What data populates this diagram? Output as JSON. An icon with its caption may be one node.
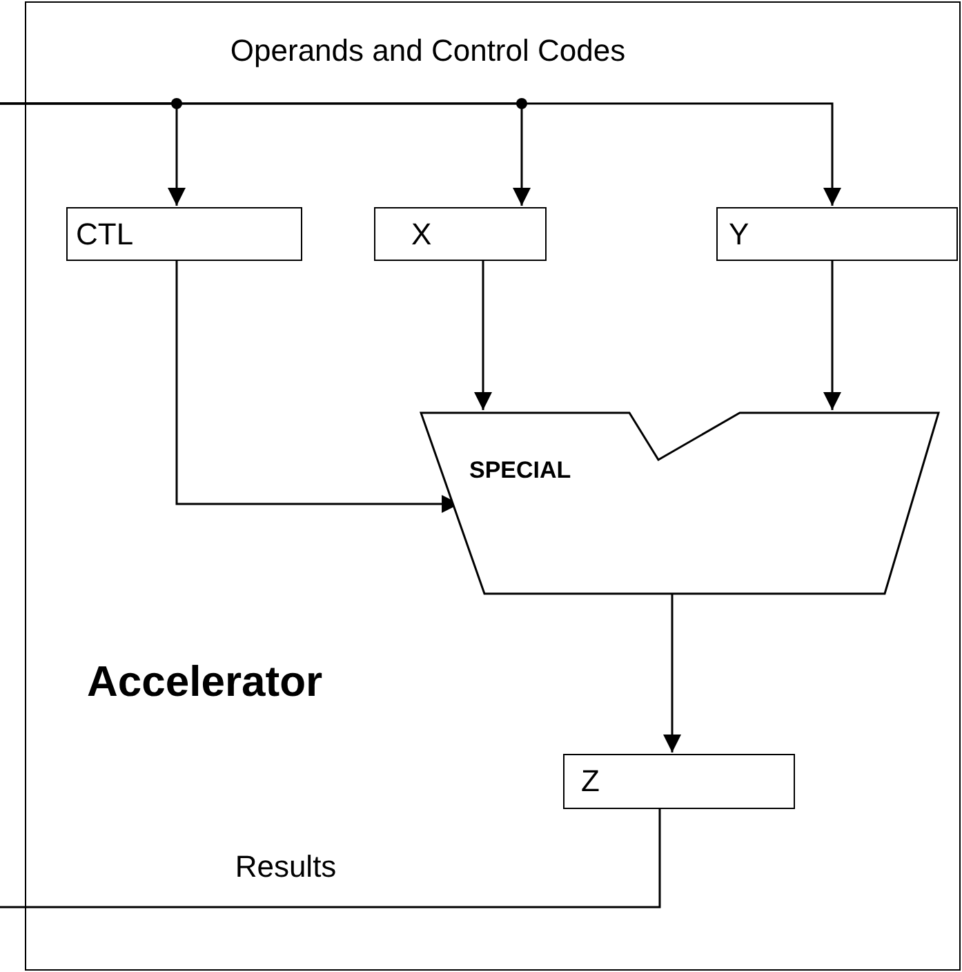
{
  "diagram": {
    "nodes": [
      {
        "text": [
          "Accelerator"
        ]
      },
      {
        "text": [
          "CTL"
        ],
        "in": 0
      },
      {
        "text": [
          "X"
        ],
        "in": 0
      },
      {
        "text": [
          "Y"
        ],
        "in": 0
      },
      {
        "text": [
          "SPECIAL"
        ],
        "in": 0
      },
      {
        "text": [
          "Z"
        ],
        "in": 0
      }
    ],
    "edges": [
      {
        "from": null,
        "to": 1,
        "arrow": "to",
        "label": "Operands and Control Codes"
      },
      {
        "from": null,
        "to": 2,
        "arrow": "to"
      },
      {
        "from": null,
        "to": 3,
        "arrow": "to"
      },
      {
        "from": 1,
        "to": 4,
        "arrow": "to"
      },
      {
        "from": 2,
        "to": 4,
        "arrow": "to"
      },
      {
        "from": 3,
        "to": 4,
        "arrow": "to"
      },
      {
        "from": 4,
        "to": 5,
        "arrow": "to"
      },
      {
        "from": 5,
        "to": null,
        "arrow": "none",
        "label": "Results"
      }
    ]
  }
}
